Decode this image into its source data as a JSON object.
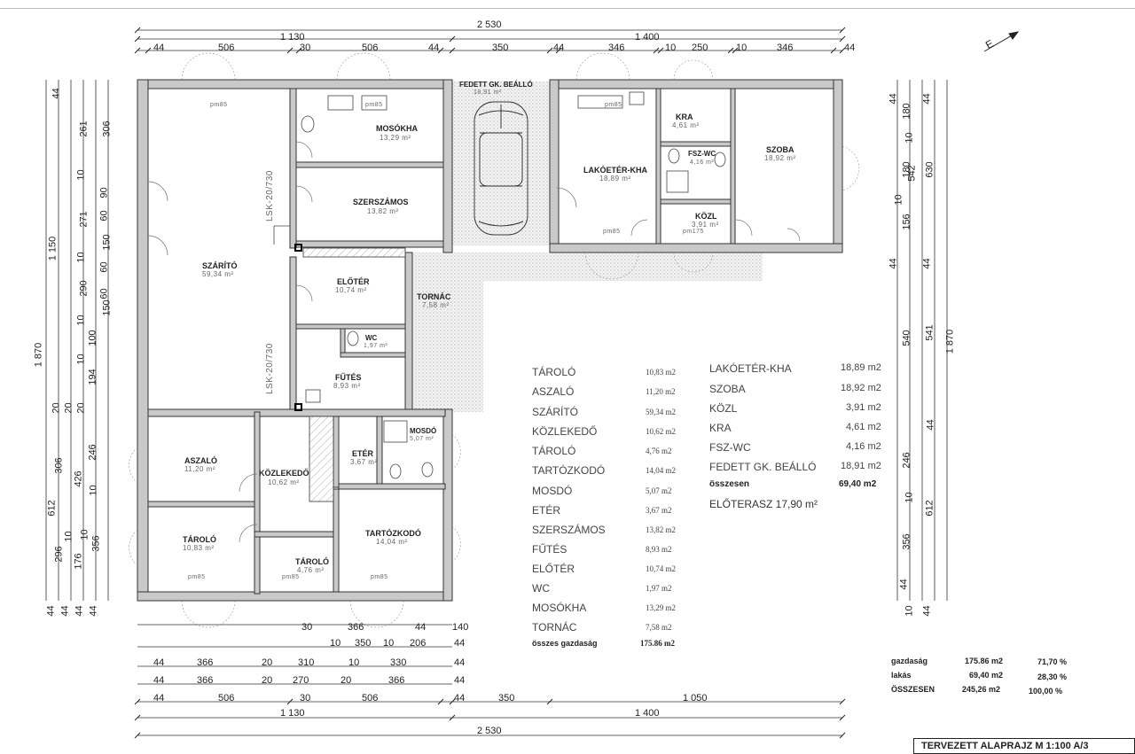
{
  "plan": {
    "dims_top": {
      "total": "2 530",
      "left_part": "1 130",
      "right_part": "1 400",
      "segments": [
        "44",
        "506",
        "30",
        "506",
        "44",
        "350",
        "44",
        "346",
        "10",
        "250",
        "10",
        "346",
        "44"
      ]
    },
    "dims_bottom": {
      "row1": [
        "30",
        "366",
        "44",
        "140"
      ],
      "row2": [
        "10",
        "350",
        "10",
        "206",
        "44"
      ],
      "row3": [
        "44",
        "366",
        "20",
        "310",
        "10",
        "330",
        "44"
      ],
      "row4": [
        "44",
        "366",
        "20",
        "270",
        "20",
        "366",
        "44"
      ],
      "row5": [
        "44",
        "506",
        "30",
        "506",
        "44",
        "350",
        "1 050"
      ],
      "part_left": "1 130",
      "part_right": "1 400",
      "total": "2 530"
    },
    "dims_left": {
      "total": "1 870",
      "part_top": "1 150",
      "part_bottom": "612",
      "col_a": [
        "44",
        "261",
        "306",
        "10",
        "90",
        "271",
        "60",
        "150",
        "10",
        "60",
        "290",
        "60",
        "150",
        "10",
        "100",
        "10",
        "194",
        "20",
        "20",
        "20",
        "246",
        "306",
        "426",
        "10",
        "296",
        "10",
        "176",
        "10",
        "356",
        "44",
        "44",
        "44",
        "44"
      ]
    },
    "dims_right": {
      "total": "1 870",
      "col_a": [
        "44",
        "180",
        "10",
        "180",
        "10",
        "156",
        "44",
        "540",
        "44",
        "246",
        "10",
        "356",
        "10",
        "44"
      ],
      "col_b": [
        "44",
        "630",
        "541",
        "44",
        "612",
        "44"
      ],
      "mid": "542"
    },
    "north": "E",
    "rooms": [
      {
        "name": "MOSÓKHA",
        "area": "13,29 m²"
      },
      {
        "name": "SZERSZÁMOS",
        "area": "13,82 m²"
      },
      {
        "name": "SZÁRÍTÓ",
        "area": "59,34 m²"
      },
      {
        "name": "ELŐTÉR",
        "area": "10,74 m²"
      },
      {
        "name": "TORNÁC",
        "area": "7,58 m²"
      },
      {
        "name": "WC",
        "area": "1,97 m²"
      },
      {
        "name": "FŰTÉS",
        "area": "8,93 m²"
      },
      {
        "name": "ASZALÓ",
        "area": "11,20 m²"
      },
      {
        "name": "KÖZLEKEDŐ",
        "area": "10,62 m²"
      },
      {
        "name": "ETÉR",
        "area": "3,67 m²"
      },
      {
        "name": "MOSDÓ",
        "area": "5,07 m²"
      },
      {
        "name": "TÁROLÓ",
        "area": "10,83 m²"
      },
      {
        "name": "TÁROLÓ",
        "area": "4,76 m²"
      },
      {
        "name": "TARTÓZKODÓ",
        "area": "14,04 m²"
      },
      {
        "name": "FEDETT GK. BEÁLLÓ",
        "area": "18,91 m²"
      },
      {
        "name": "LAKÓETÉR-KHA",
        "area": "18,89 m²"
      },
      {
        "name": "KRA",
        "area": "4,61 m²"
      },
      {
        "name": "FSZ-WC",
        "area": "4,16 m²"
      },
      {
        "name": "KÖZL",
        "area": "3,91 m²"
      },
      {
        "name": "SZOBA",
        "area": "18,92 m²"
      }
    ],
    "labels": {
      "lsk1": "LSK-20/730",
      "lsk2": "LSK-20/730",
      "pm": "pm85",
      "pm2": "pm175"
    }
  },
  "table_left": {
    "rows": [
      {
        "name": "TÁROLÓ",
        "value": "10,83 m2"
      },
      {
        "name": "ASZALÓ",
        "value": "11,20 m2"
      },
      {
        "name": "SZÁRÍTÓ",
        "value": "59,34 m2"
      },
      {
        "name": "KÖZLEKEDŐ",
        "value": "10,62 m2"
      },
      {
        "name": "TÁROLÓ",
        "value": "4,76 m2"
      },
      {
        "name": "TARTÓZKODÓ",
        "value": "14,04 m2"
      },
      {
        "name": "MOSDÓ",
        "value": "5,07 m2"
      },
      {
        "name": "ETÉR",
        "value": "3,67 m2"
      },
      {
        "name": "SZERSZÁMOS",
        "value": "13,82 m2"
      },
      {
        "name": "FŰTÉS",
        "value": "8,93 m2"
      },
      {
        "name": "ELŐTÉR",
        "value": "10,74 m2"
      },
      {
        "name": "WC",
        "value": "1,97 m2"
      },
      {
        "name": "MOSÓKHA",
        "value": "13,29 m2"
      },
      {
        "name": "TORNÁC",
        "value": "7,58 m2"
      }
    ],
    "total_label": "összes gazdaság",
    "total_value": "175.86 m2"
  },
  "table_right": {
    "rows": [
      {
        "name": "LAKÓETÉR-KHA",
        "value": "18,89 m2"
      },
      {
        "name": "SZOBA",
        "value": "18,92 m2"
      },
      {
        "name": "KÖZL",
        "value": "3,91 m2"
      },
      {
        "name": "KRA",
        "value": "4,61 m2"
      },
      {
        "name": "FSZ-WC",
        "value": "4,16 m2"
      },
      {
        "name": "FEDETT GK. BEÁLLÓ",
        "value": "18,91 m2"
      }
    ],
    "total_label": "összesen",
    "total_value": "69,40 m2",
    "terrace": "ELŐTERASZ 17,90 m²"
  },
  "summary": {
    "rows": [
      {
        "name": "gazdaság",
        "value": "175.86 m2",
        "pct": "71,70 %"
      },
      {
        "name": "lakás",
        "value": "69,40 m2",
        "pct": "28,30 %"
      },
      {
        "name": "ÖSSZESEN",
        "value": "245,26 m2",
        "pct": "100,00 %"
      }
    ]
  },
  "title_block": "TERVEZETT ALAPRAJZ  M 1:100 A/3"
}
